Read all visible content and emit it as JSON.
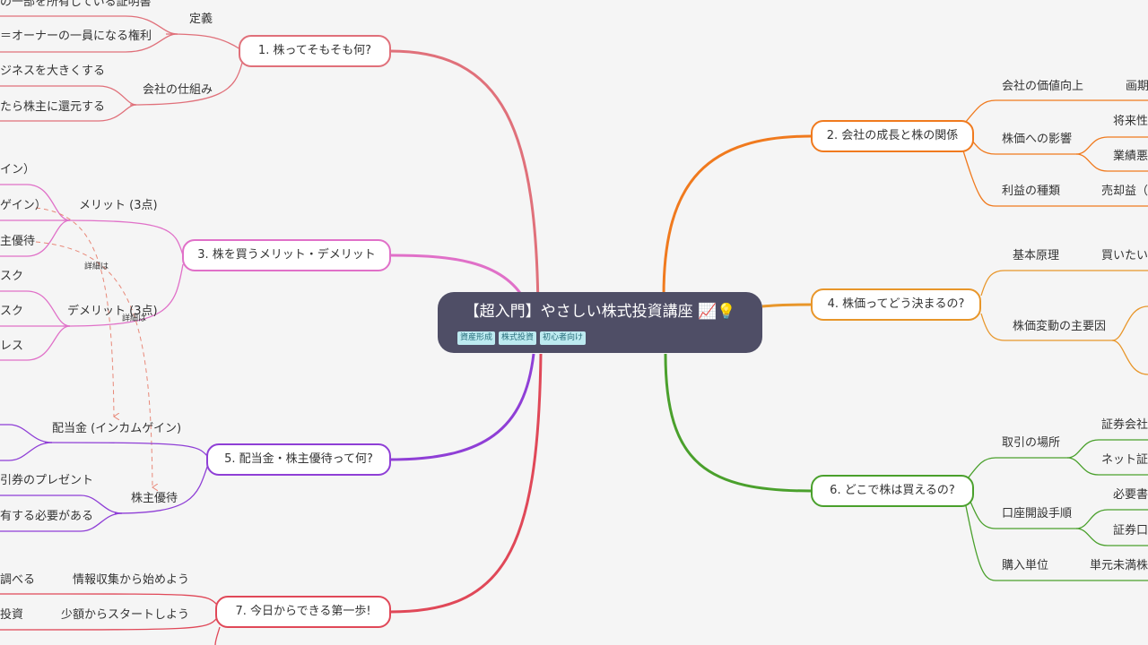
{
  "root": {
    "title": "【超入門】やさしい株式投資講座 📈💡",
    "tags": [
      "資産形成",
      "株式投資",
      "初心者向け"
    ]
  },
  "branches": {
    "b1": {
      "label": "1. 株ってそもそも何?",
      "color": "#e0707a"
    },
    "b2": {
      "label": "2. 会社の成長と株の関係",
      "color": "#f07a1e"
    },
    "b3": {
      "label": "3. 株を買うメリット・デメリット",
      "color": "#e070c8"
    },
    "b4": {
      "label": "4. 株価ってどう決まるの?",
      "color": "#e8962a"
    },
    "b5": {
      "label": "5. 配当金・株主優待って何?",
      "color": "#8f3fd6"
    },
    "b6": {
      "label": "6. どこで株は買えるの?",
      "color": "#4aa02c"
    },
    "b7": {
      "label": "7. 今日からできる第一歩!",
      "color": "#e04858"
    }
  },
  "left_labels": {
    "teigi": "定義",
    "teigi_a": "の一部を所有している証明書",
    "teigi_b": "＝オーナーの一員になる権利",
    "shikumi": "会社の仕組み",
    "shikumi_a": "ジネスを大きくする",
    "shikumi_b": "たら株主に還元する",
    "merit": "メリット (3点)",
    "merit_a": "イン）",
    "merit_b": "ゲイン）",
    "merit_c": "主優待",
    "demerit": "デメリット (3点)",
    "demerit_a": "スク",
    "demerit_b": "スク",
    "demerit_c": "レス",
    "note1": "詳細は",
    "note2": "詳細は",
    "haito": "配当金 (インカムゲイン)",
    "yutai": "株主優待",
    "yutai_a": "引券のプレゼント",
    "yutai_b": "有する必要がある",
    "step1": "情報収集から始めよう",
    "step1_a": "調べる",
    "step2": "少額からスタートしよう",
    "step2_a": "投資"
  },
  "right_labels": {
    "kachi": "会社の価値向上",
    "kachi_a": "画期",
    "eikyo": "株価への影響",
    "eikyo_a": "将来性",
    "eikyo_b": "業績悪",
    "rieki": "利益の種類",
    "rieki_a": "売却益（",
    "genri": "基本原理",
    "genri_a": "買いたい",
    "hendo": "株価変動の主要因",
    "basho": "取引の場所",
    "basho_a": "証券会社",
    "basho_b": "ネット証",
    "kaisetsu": "口座開設手順",
    "kaisetsu_a": "必要書",
    "kaisetsu_b": "証券口",
    "tani": "購入単位",
    "tani_a": "単元未満株"
  }
}
